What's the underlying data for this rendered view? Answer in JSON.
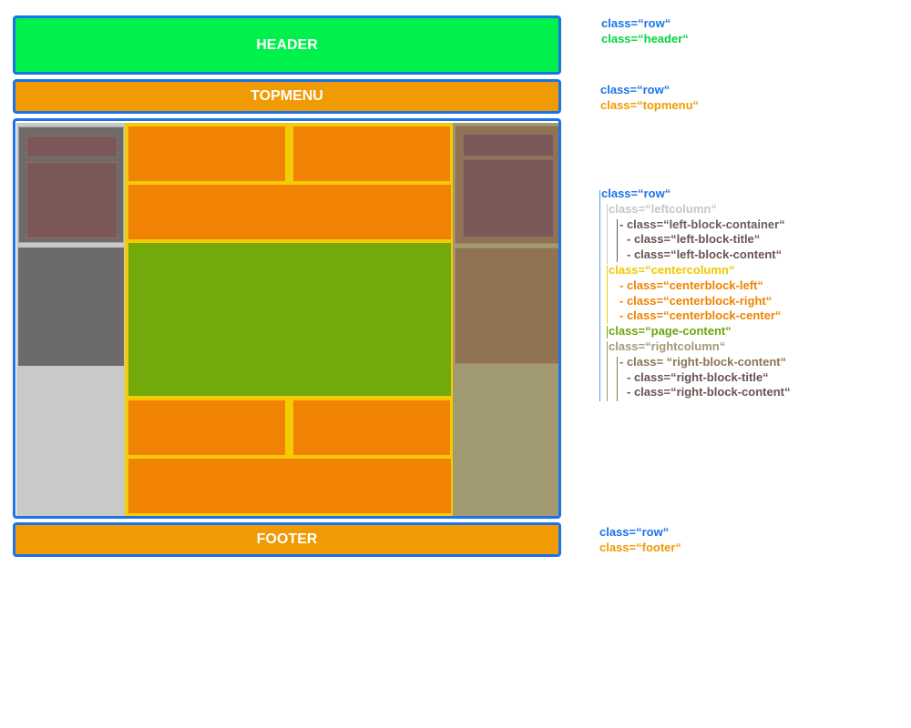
{
  "layout": {
    "header_label": "HEADER",
    "topmenu_label": "TOPMENU",
    "footer_label": "FOOTER"
  },
  "annotations": {
    "header_row": "class=“row“",
    "header_class": "class=“header“",
    "topmenu_row": "class=“row“",
    "topmenu_class": "class=“topmenu“",
    "main_row": "class=“row“",
    "leftcolumn": "class=“leftcolumn“",
    "left_block_container": "- class=“left-block-container“",
    "left_block_title": "- class=“left-block-title“",
    "left_block_content": "- class=“left-block-content“",
    "centercolumn": "class=“centercolumn“",
    "centerblock_left": "- class=“centerblock-left“",
    "centerblock_right": "- class=“centerblock-right“",
    "centerblock_center": "- class=“centerblock-center“",
    "page_content": "class=“page-content“",
    "rightcolumn": "class=“rightcolumn“",
    "right_block_content_outer": "- class= “right-block-content“",
    "right_block_title": "- class=“right-block-title“",
    "right_block_content": "- class=“right-block-content“",
    "footer_row": "class=“row“",
    "footer_class": "class=“footer“"
  },
  "colors": {
    "row_border": "#1a73e8",
    "header": "#00f14c",
    "topmenu": "#f09a04",
    "footer": "#f09a04",
    "leftcolumn": "#c9cac8",
    "left_block": "#6c6b6a",
    "block_title_content": "#7b5757",
    "centercolumn": "#f4cb04",
    "centerblock": "#f08304",
    "page_content": "#72aa0c",
    "rightcolumn": "#a29b72",
    "right_block": "#8f7352"
  }
}
